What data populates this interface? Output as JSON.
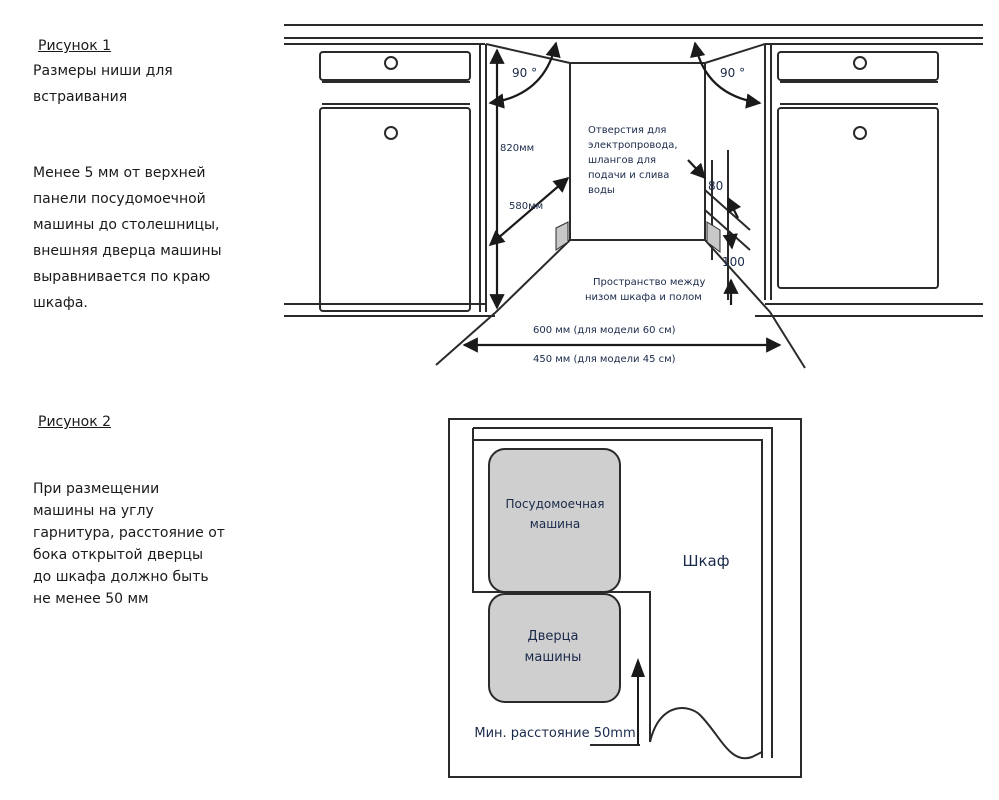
{
  "figure1": {
    "heading": "Рисунок 1",
    "subtitle_lines": [
      "Размеры ниши для",
      "встраивания"
    ],
    "description_lines": [
      "Менее 5 мм от верхней",
      "панели посудомоечной",
      "машины до столешницы,",
      "внешняя дверца машины",
      "выравнивается по краю",
      "шкафа."
    ],
    "labels": {
      "angle_left": "90 °",
      "angle_right": "90 °",
      "height": "820мм",
      "depth": "580мм",
      "openings": [
        "Отверстия для",
        "электропровода,",
        "шлангов для",
        "подачи и слива",
        "воды"
      ],
      "dim_80": "80",
      "dim_100": "100",
      "floor_gap": [
        "Пространство между",
        "низом шкафа и полом"
      ],
      "width_60": "600 мм (для модели 60 см)",
      "width_45": "450 мм (для модели 45 см)"
    }
  },
  "figure2": {
    "heading": "Рисунок 2",
    "description_lines": [
      "При размещении",
      "машины на углу",
      "гарнитура, расстояние от",
      "бока открытой дверцы",
      "до шкафа должно быть",
      "не менее 50 мм"
    ],
    "labels": {
      "dishwasher": [
        "Посудомоечная",
        "машина"
      ],
      "door": [
        "Дверца",
        "машины"
      ],
      "cabinet": "Шкаф",
      "min_distance": "Мин. расстояние 50mm"
    }
  },
  "colors": {
    "line": "#2a2a2a",
    "gray_fill": "#c8c8c8",
    "accent_text": "#1a2a4a"
  }
}
